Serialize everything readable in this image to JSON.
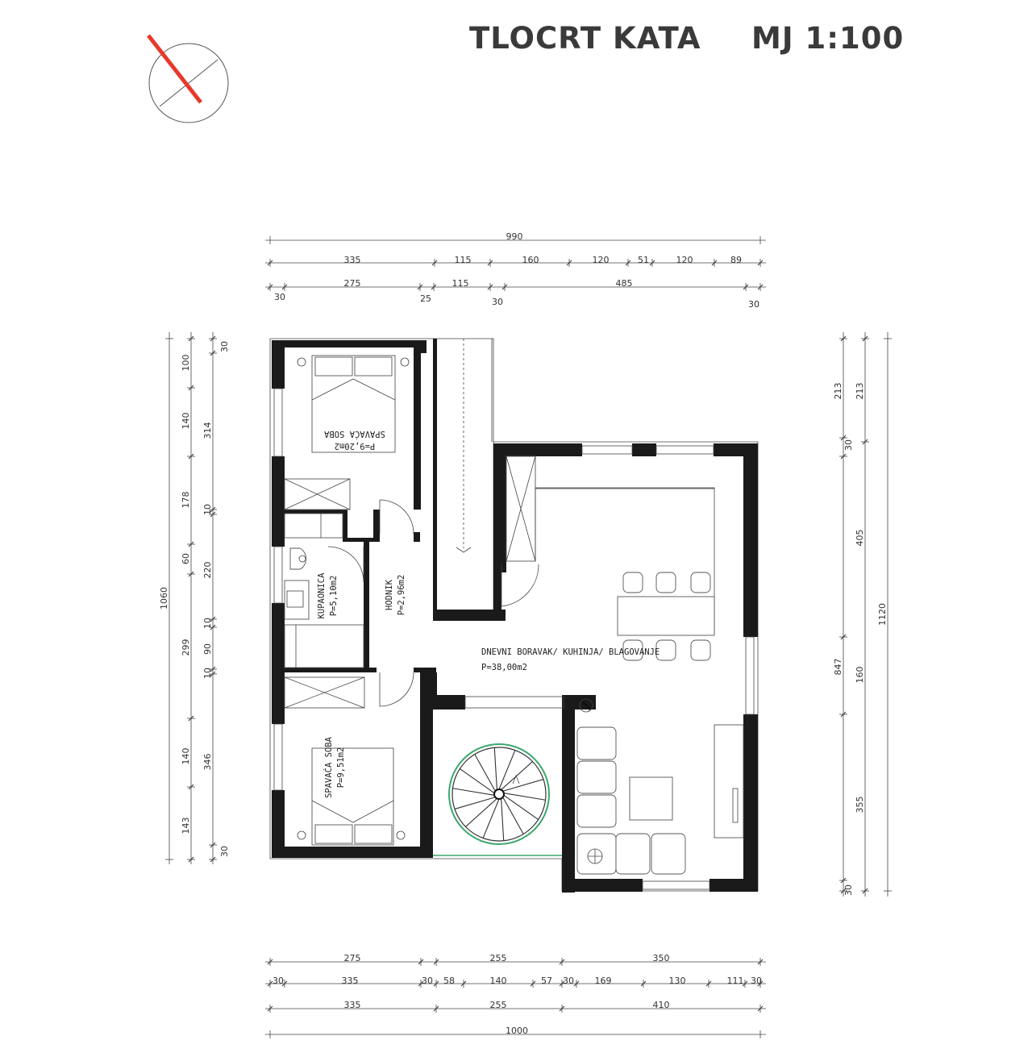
{
  "title": "TLOCRT KATA",
  "scale": "MJ 1:100",
  "compass": {
    "icon": "north-arrow-icon",
    "accent": "#e8382a"
  },
  "rooms": {
    "bedroom_top": {
      "name": "SPAVAĆA SOBA",
      "area": "P=9,20m2"
    },
    "bathroom": {
      "name": "KUPAONICA",
      "area": "P=5,10m2"
    },
    "hallway": {
      "name": "HODNIK",
      "area": "P=2,96m2"
    },
    "living": {
      "name": "DNEVNI BORAVAK/ KUHINJA/ BLAGOVANJE",
      "area": "P=38,00m2"
    },
    "bedroom_bottom": {
      "name": "SPAVAĆA SOBA",
      "area": "P=9,51m2"
    }
  },
  "dims": {
    "top_total": "990",
    "top_row2": [
      "335",
      "115",
      "160",
      "120",
      "51",
      "120",
      "89"
    ],
    "top_row3": [
      "275",
      "115",
      "485"
    ],
    "top_row3_small": [
      "30",
      "25",
      "30",
      "30"
    ],
    "bottom_row1": [
      "275",
      "255",
      "350"
    ],
    "bottom_row2": [
      "30",
      "335",
      "30",
      "58",
      "140",
      "57",
      "30",
      "169",
      "130",
      "111",
      "30"
    ],
    "bottom_row3": [
      "335",
      "255",
      "410"
    ],
    "bottom_total": "1000",
    "left_total": "1060",
    "left_row2": [
      "100",
      "140",
      "178",
      "60",
      "299",
      "140",
      "143"
    ],
    "left_row3": [
      "314",
      "220",
      "346"
    ],
    "left_row4": [
      "30",
      "10",
      "10",
      "90",
      "10",
      "30"
    ],
    "right_row1": [
      "213",
      "30",
      "405",
      "160",
      "355",
      "30"
    ],
    "right_row2": [
      "213",
      "847"
    ],
    "right_total": "1120"
  }
}
